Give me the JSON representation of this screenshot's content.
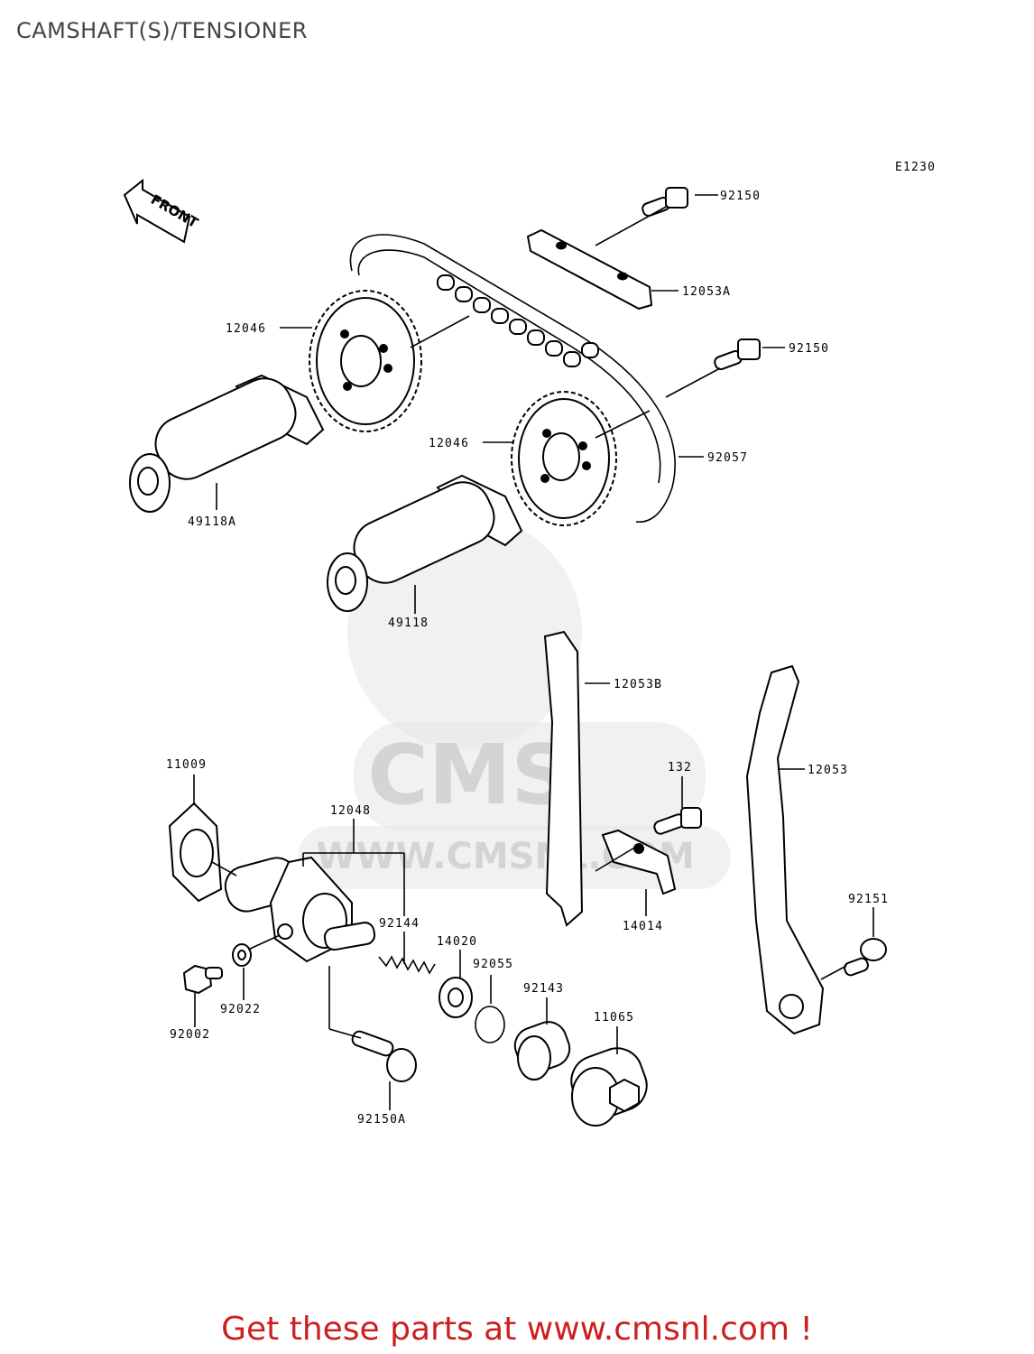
{
  "page": {
    "title": "CAMSHAFT(S)/TENSIONER",
    "cta": "Get these parts at www.cmsnl.com !",
    "cta_color": "#cc1f1f"
  },
  "diagram": {
    "code": "E1230",
    "front_label": "FRONT",
    "watermark": {
      "text": "CMS",
      "url": "WWW.CMSNL.COM"
    },
    "callouts": {
      "bolt_top": "92150",
      "guide_top": "12053A",
      "sprocket_top": "12046",
      "bolt_mid": "92150",
      "sprocket_bottom": "12046",
      "chain": "92057",
      "camshaft_a": "49118A",
      "camshaft": "49118",
      "guide_b": "12053B",
      "gasket": "11009",
      "tensioner_assy": "12048",
      "bolt_small": "132",
      "guide": "12053",
      "bracket": "14014",
      "spring": "92144",
      "stopper": "14020",
      "oring": "92055",
      "pin": "92151",
      "washer": "92022",
      "spacer": "92143",
      "cap": "11065",
      "plug": "92002",
      "bolt_tensioner": "92150A"
    }
  }
}
